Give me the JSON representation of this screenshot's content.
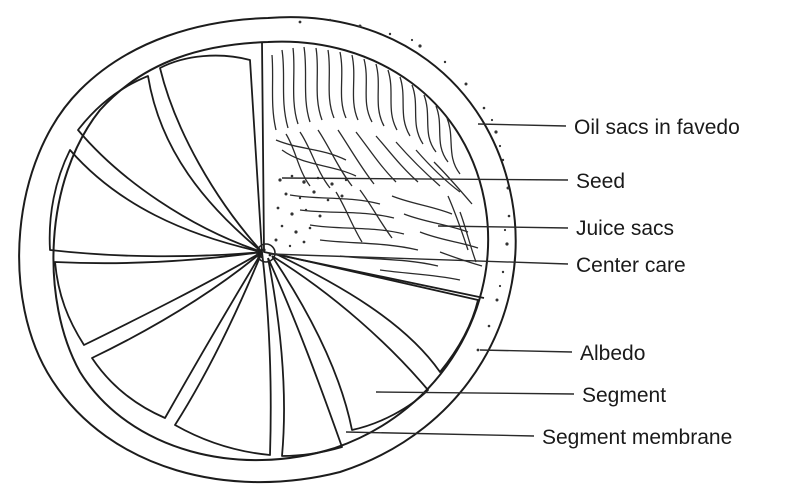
{
  "diagram": {
    "labels": {
      "oil_sacs": "Oil sacs in favedo",
      "seed": "Seed",
      "juice_sacs": "Juice sacs",
      "center_core": "Center care",
      "albedo": "Albedo",
      "segment": "Segment",
      "segment_membrane": "Segment membrane"
    }
  }
}
